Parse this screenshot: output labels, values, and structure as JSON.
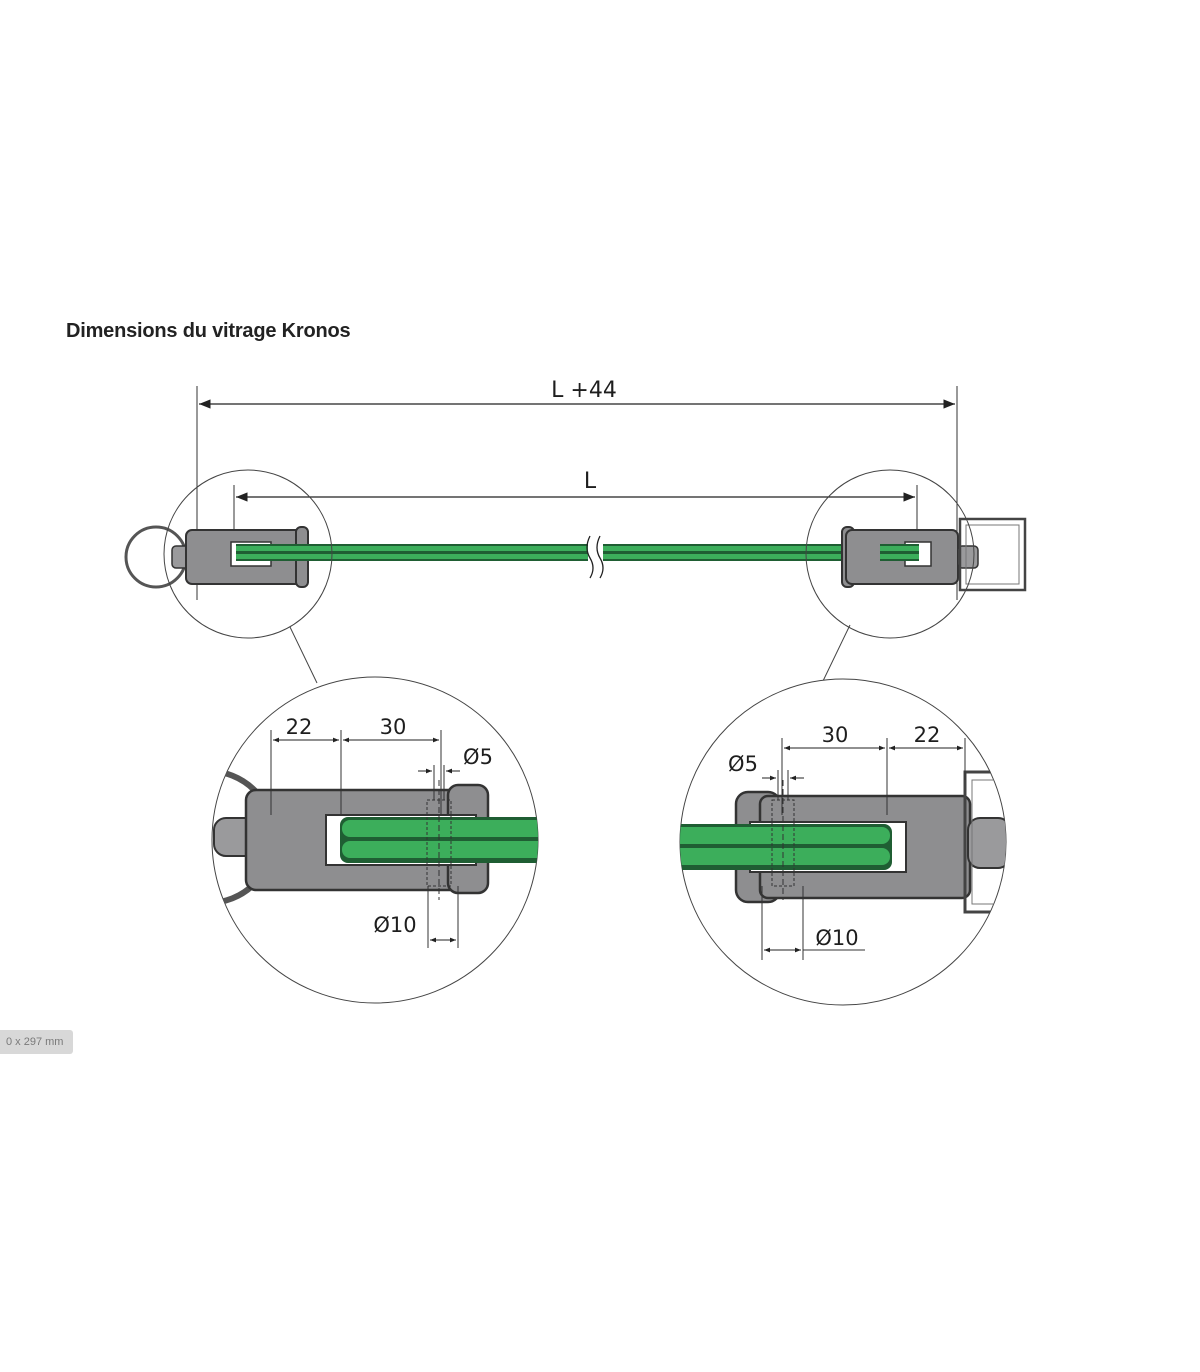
{
  "title": "Dimensions du vitrage Kronos",
  "page_size_label": "0 x 297 mm",
  "overview": {
    "total_length_label": "L +44",
    "glass_length_label": "L"
  },
  "detail_left": {
    "dim_22": "22",
    "dim_30": "30",
    "dim_d5": "Ø5",
    "dim_d10": "Ø10"
  },
  "detail_right": {
    "dim_22": "22",
    "dim_30": "30",
    "dim_d5": "Ø5",
    "dim_d10": "Ø10"
  },
  "colors": {
    "glass_green": "#3cae5b",
    "glass_dark": "#1f5e33",
    "metal_grey": "#8e8e90",
    "metal_outline": "#333333",
    "line": "#222222"
  }
}
